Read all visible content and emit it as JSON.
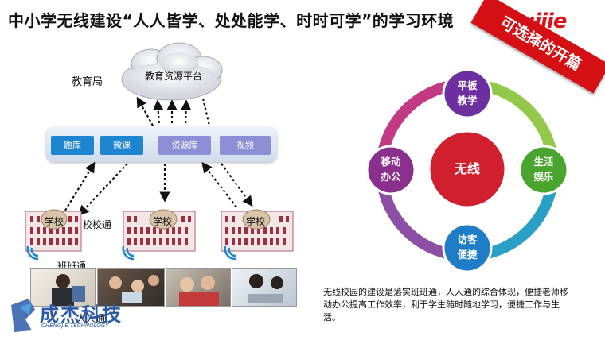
{
  "title": "中小学无线建设“人人皆学、处处能学、时时可学”的学习环境",
  "logo": "Ruijie",
  "banner": "可选择的开篇",
  "network": {
    "edu_bureau": "教育局",
    "cloud_label": "教育资源平台",
    "platform_buttons": [
      "题库",
      "微课",
      "资源库",
      "视频"
    ],
    "schools": [
      "学校",
      "学校",
      "学校"
    ],
    "school_link": "校校通",
    "class_link": "班班通",
    "person_link": "人人通"
  },
  "cycle": {
    "center": "无线",
    "nodes": [
      {
        "line1": "平板",
        "line2": "教学"
      },
      {
        "line1": "生活",
        "line2": "娱乐"
      },
      {
        "line1": "访客",
        "line2": "便捷"
      },
      {
        "line1": "移动",
        "line2": "办公"
      }
    ]
  },
  "caption": "无线校园的建设是落实班班通，人人通的综合体现，便捷老师移动办公提高工作效率，利于学生随时随地学习，便捷工作与生活。",
  "company": {
    "name": "成杰科技",
    "english": "CHENGJIE TECHNOLOGY"
  },
  "colors": {
    "accent_red": "#d51015",
    "button_blue": "#1e86d0",
    "button_purple": "#8c8fd6"
  }
}
